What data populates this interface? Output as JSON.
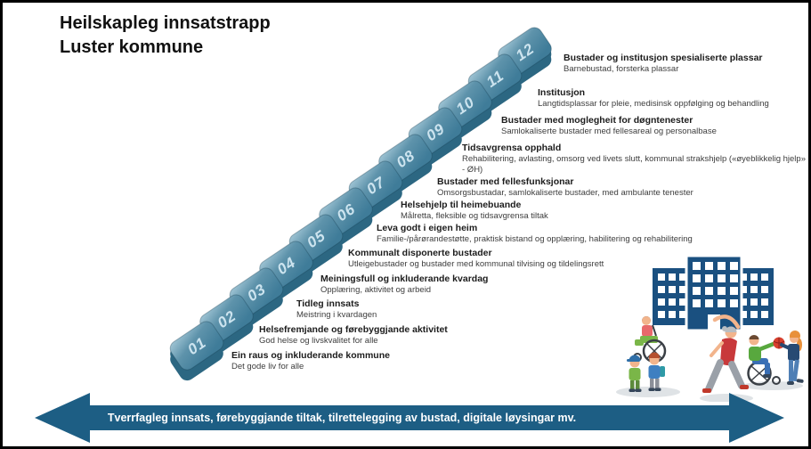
{
  "title": {
    "line1": "Heilskapleg innsatstrapp",
    "line2": "Luster kommune"
  },
  "steps": [
    {
      "num": "01",
      "label": "Ein raus og inkluderande kommune",
      "desc": "Det gode liv for alle"
    },
    {
      "num": "02",
      "label": "Helsefremjande og førebyggjande aktivitet",
      "desc": "God helse og livskvalitet for alle"
    },
    {
      "num": "03",
      "label": "Tidleg innsats",
      "desc": "Meistring i kvardagen"
    },
    {
      "num": "04",
      "label": "Meiningsfull og inkluderande kvardag",
      "desc": "Opplæring, aktivitet og arbeid"
    },
    {
      "num": "05",
      "label": "Kommunalt disponerte bustader",
      "desc": "Utleigebustader og bustader med kommunal tilvising og tildelingsrett"
    },
    {
      "num": "06",
      "label": "Leva godt i eigen heim",
      "desc": "Familie-/pårørandestøtte, praktisk bistand og opplæring, habilitering og rehabilitering"
    },
    {
      "num": "07",
      "label": "Helsehjelp til heimebuande",
      "desc": "Målretta, fleksible og tidsavgrensa tiltak"
    },
    {
      "num": "08",
      "label": "Bustader med fellesfunksjonar",
      "desc": "Omsorgsbustadar, samlokaliserte bustader, med ambulante tenester"
    },
    {
      "num": "09",
      "label": "Tidsavgrensa opphald",
      "desc": "Rehabilitering, avlasting, omsorg ved livets slutt, kommunal strakshjelp («øyeblikkelig hjelp» - ØH)"
    },
    {
      "num": "10",
      "label": "Bustader med moglegheit for døgntenester",
      "desc": "Samlokaliserte bustader med fellesareal og personalbase"
    },
    {
      "num": "11",
      "label": "Institusjon",
      "desc": "Langtidsplassar for pleie, medisinsk oppfølging og behandling"
    },
    {
      "num": "12",
      "label": "Bustader og institusjon spesialiserte plassar",
      "desc": "Barnebustad, forsterka plassar"
    }
  ],
  "arrow": {
    "text": "Tverrfagleg innsats, førebyggjande tiltak, tilrettelegging av bustad, digitale løysingar mv."
  },
  "colors": {
    "step_top": "#5e93ab",
    "step_top_light": "#a6c9d8",
    "step_side": "#2c6782",
    "step_number": "#cde4ef",
    "arrow_fill": "#1d5e84",
    "building": "#1a5080",
    "text_dark": "#1c1c1c"
  }
}
